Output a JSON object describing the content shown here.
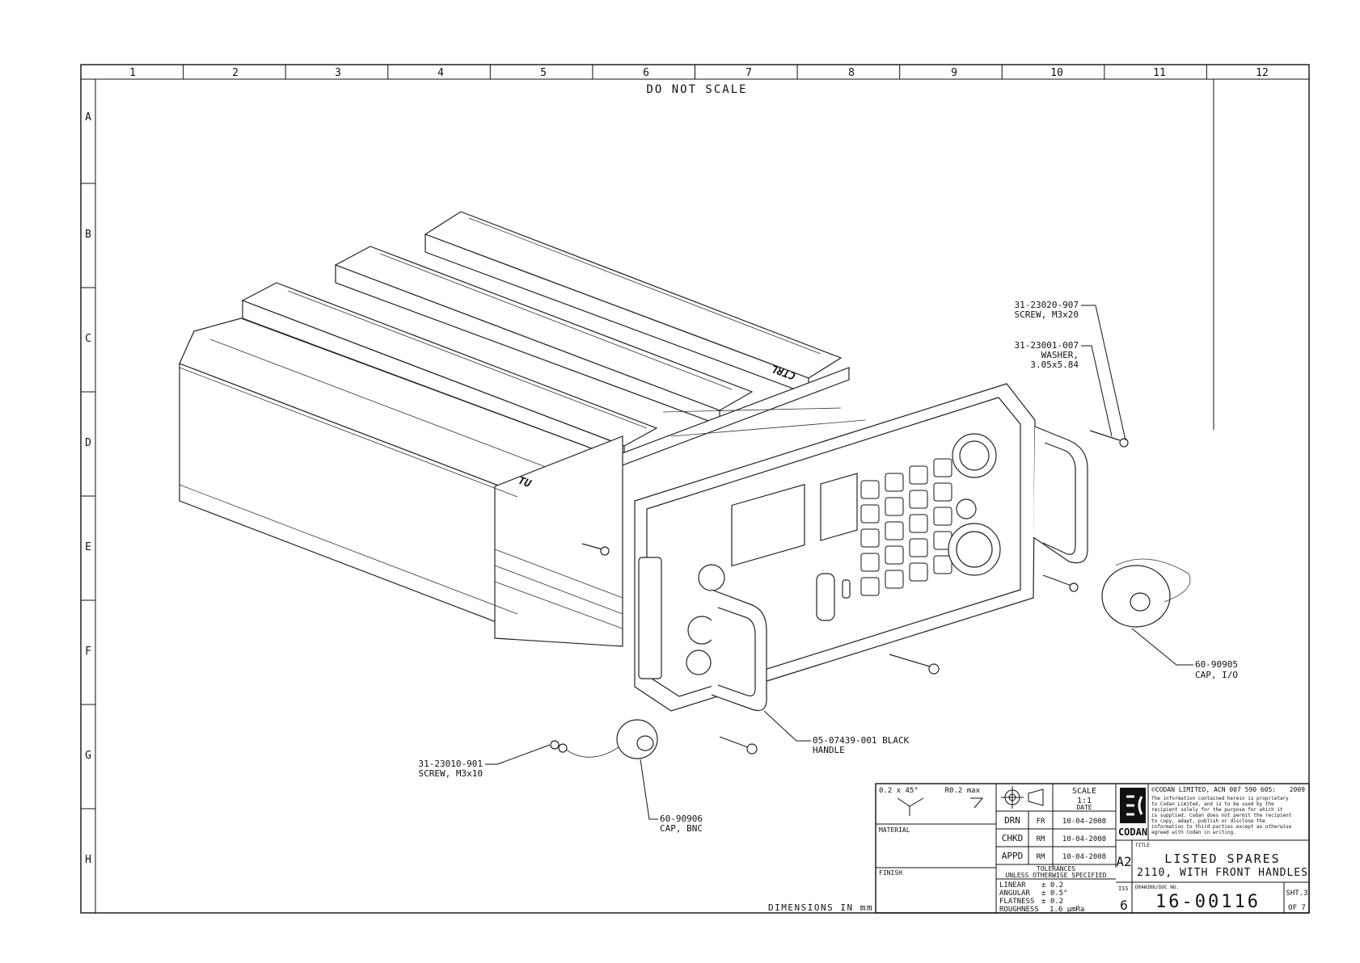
{
  "sheet": {
    "zone_columns": [
      "1",
      "2",
      "3",
      "4",
      "5",
      "6",
      "7",
      "8",
      "9",
      "10",
      "11",
      "12"
    ],
    "zone_rows": [
      "A",
      "B",
      "C",
      "D",
      "E",
      "F",
      "G",
      "H"
    ],
    "do_not_scale": "DO NOT SCALE",
    "dimensions_note": "DIMENSIONS IN mm"
  },
  "unit": {
    "side_label_tu": "TU",
    "top_label_ctrl": "CTRL"
  },
  "callouts": [
    {
      "part": "31-23020-907",
      "desc": "SCREW, M3x20"
    },
    {
      "part": "31-23001-007",
      "desc": "WASHER,",
      "desc2": "3.05x5.84"
    },
    {
      "part": "60-90905",
      "desc": "CAP, I/O"
    },
    {
      "part": "05-07439-001 BLACK",
      "desc": "HANDLE"
    },
    {
      "part": "31-23010-901",
      "desc": "SCREW, M3x10"
    },
    {
      "part": "60-90906",
      "desc": "CAP, BNC"
    }
  ],
  "title_block": {
    "edge_break": "0.2 x 45°",
    "radius_max": "R0.2 max",
    "material_label": "MATERIAL",
    "finish_label": "FINISH",
    "scale_label": "SCALE",
    "scale_value": "1:1",
    "date_header": "DATE",
    "rows": [
      {
        "role": "DRN",
        "initials": "FR",
        "date": "10-04-2008"
      },
      {
        "role": "CHKD",
        "initials": "RM",
        "date": "10-04-2008"
      },
      {
        "role": "APPD",
        "initials": "RM",
        "date": "10-04-2008"
      }
    ],
    "tolerances_title": "TOLERANCES",
    "tolerances_sub": "UNLESS OTHERWISE SPECIFIED",
    "tolerances": [
      {
        "name": "LINEAR",
        "value": "± 0.2"
      },
      {
        "name": "ANGULAR",
        "value": "± 0.5°"
      },
      {
        "name": "FLATNESS",
        "value": "± 0.2"
      },
      {
        "name": "ROUGHNESS",
        "value": "1.6 µmRa"
      }
    ],
    "company": "CODAN",
    "copyright": "©CODAN LIMITED, ACN 007 590 605:",
    "year": "2009",
    "notice": [
      "The information contained herein is proprietary",
      "to Codan Limited, and is to be used by the",
      "recipient solely for the purpose for which it",
      "is supplied. Codan does not permit the recipient",
      "to copy, adapt, publish or disclose the",
      "information to third parties except as otherwise",
      "agreed with Codan in writing."
    ],
    "size": "A2",
    "title_label": "TITLE",
    "title_line1": "LISTED SPARES",
    "title_line2": "2110, WITH FRONT HANDLES",
    "iss_label": "ISS",
    "iss_value": "6",
    "doc_label": "DRAWING/DOC NO.",
    "doc_no": "16-00116",
    "sheet_label": "SHT.3",
    "sheet_of": "OF 7"
  }
}
